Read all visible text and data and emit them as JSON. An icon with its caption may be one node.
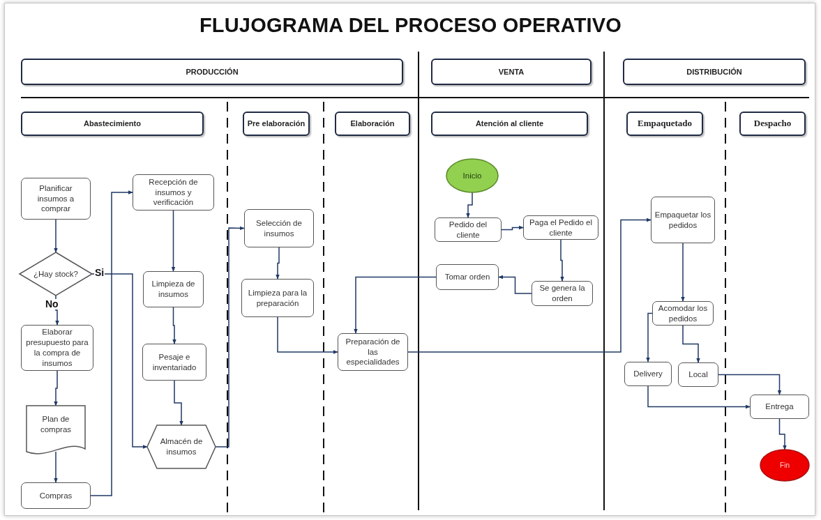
{
  "diagram": {
    "title": "FLUJOGRAMA DEL PROCESO OPERATIVO",
    "nodes": [
      {
        "text": [
          "PRODUCCIÓN"
        ]
      },
      {
        "text": [
          "VENTA"
        ]
      },
      {
        "text": [
          "DISTRIBUCIÓN"
        ]
      },
      {
        "text": [
          "Abastecimiento"
        ]
      },
      {
        "text": [
          "Pre elaboración"
        ]
      },
      {
        "text": [
          "Elaboración"
        ]
      },
      {
        "text": [
          "Atención al cliente"
        ]
      },
      {
        "text": [
          "Empaquetado"
        ]
      },
      {
        "text": [
          "Despacho"
        ]
      },
      {
        "text": [
          "Planificar insumos a comprar"
        ]
      },
      {
        "text": [
          "¿Hay stock?"
        ]
      },
      {
        "text": [
          "Elaborar presupuesto para la compra de insumos"
        ]
      },
      {
        "text": [
          "Plan de compras"
        ]
      },
      {
        "text": [
          "Compras"
        ]
      },
      {
        "text": [
          "Recepción de insumos y verificación"
        ]
      },
      {
        "text": [
          "Limpieza de insumos"
        ]
      },
      {
        "text": [
          "Pesaje e inventariado"
        ]
      },
      {
        "text": [
          "Almacén de insumos"
        ]
      },
      {
        "text": [
          "Selección de insumos"
        ]
      },
      {
        "text": [
          "Limpieza para la preparación"
        ]
      },
      {
        "text": [
          "Preparación de las especialidades"
        ]
      },
      {
        "text": [
          "Inicio"
        ]
      },
      {
        "text": [
          "Pedido del cliente"
        ]
      },
      {
        "text": [
          "Paga el Pedido el cliente"
        ]
      },
      {
        "text": [
          "Tomar orden"
        ]
      },
      {
        "text": [
          "Se genera la orden"
        ]
      },
      {
        "text": [
          "Empaquetar los pedidos"
        ]
      },
      {
        "text": [
          "Acomodar los pedidos"
        ]
      },
      {
        "text": [
          "Delivery"
        ]
      },
      {
        "text": [
          "Local"
        ]
      },
      {
        "text": [
          "Entrega"
        ]
      },
      {
        "text": [
          "Fin"
        ]
      }
    ],
    "edges": [
      {
        "from": 9,
        "to": 10,
        "arrow": "to"
      },
      {
        "from": 10,
        "to": 17,
        "arrow": "to",
        "label": "Si"
      },
      {
        "from": 10,
        "to": 11,
        "arrow": "to",
        "label": "No"
      },
      {
        "from": 11,
        "to": 12,
        "arrow": "to"
      },
      {
        "from": 12,
        "to": 13,
        "arrow": "to"
      },
      {
        "from": 13,
        "to": 14,
        "arrow": "to"
      },
      {
        "from": 14,
        "to": 15,
        "arrow": "to"
      },
      {
        "from": 15,
        "to": 16,
        "arrow": "to"
      },
      {
        "from": 16,
        "to": 17,
        "arrow": "to"
      },
      {
        "from": 17,
        "to": 18,
        "arrow": "to"
      },
      {
        "from": 18,
        "to": 19,
        "arrow": "to"
      },
      {
        "from": 19,
        "to": 20,
        "arrow": "to"
      },
      {
        "from": 21,
        "to": 22,
        "arrow": "to"
      },
      {
        "from": 22,
        "to": 23,
        "arrow": "to"
      },
      {
        "from": 23,
        "to": 25,
        "arrow": "to"
      },
      {
        "from": 25,
        "to": 24,
        "arrow": "to"
      },
      {
        "from": 24,
        "to": 20,
        "arrow": "to"
      },
      {
        "from": 20,
        "to": 26,
        "arrow": "to"
      },
      {
        "from": 26,
        "to": 27,
        "arrow": "to"
      },
      {
        "from": 27,
        "to": 28,
        "arrow": "to"
      },
      {
        "from": 27,
        "to": 29,
        "arrow": "to"
      },
      {
        "from": 29,
        "to": 30,
        "arrow": "to"
      },
      {
        "from": 28,
        "to": 30,
        "arrow": "to"
      },
      {
        "from": 30,
        "to": 31,
        "arrow": "to"
      }
    ]
  }
}
